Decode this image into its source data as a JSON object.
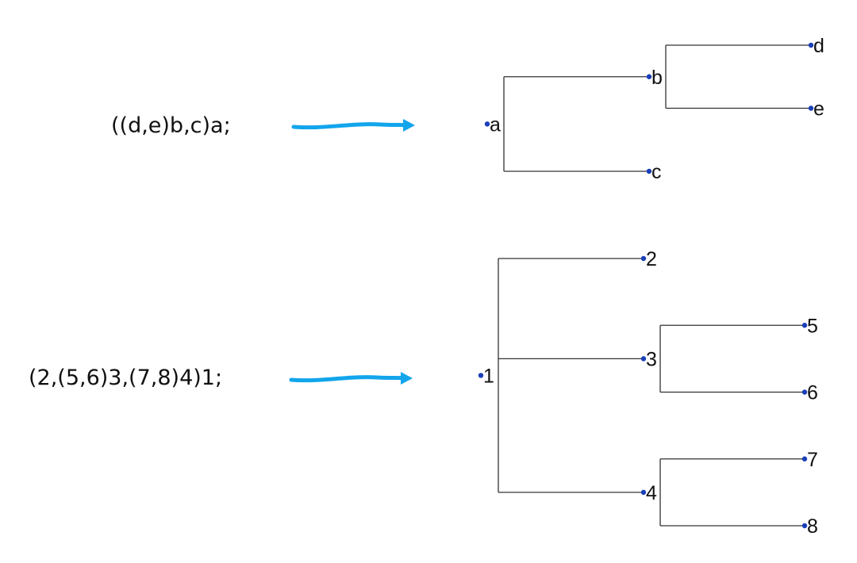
{
  "colors": {
    "arrow": "#12a5ec",
    "node": "#1a3fb8",
    "edge": "#333333"
  },
  "trees": [
    {
      "newick": "((d,e)b,c)a;",
      "root": {
        "label": "a",
        "children": [
          {
            "label": "b",
            "children": [
              {
                "label": "d"
              },
              {
                "label": "e"
              }
            ]
          },
          {
            "label": "c"
          }
        ]
      }
    },
    {
      "newick": "(2,(5,6)3,(7,8)4)1;",
      "root": {
        "label": "1",
        "children": [
          {
            "label": "2"
          },
          {
            "label": "3",
            "children": [
              {
                "label": "5"
              },
              {
                "label": "6"
              }
            ]
          },
          {
            "label": "4",
            "children": [
              {
                "label": "7"
              },
              {
                "label": "8"
              }
            ]
          }
        ]
      }
    }
  ]
}
